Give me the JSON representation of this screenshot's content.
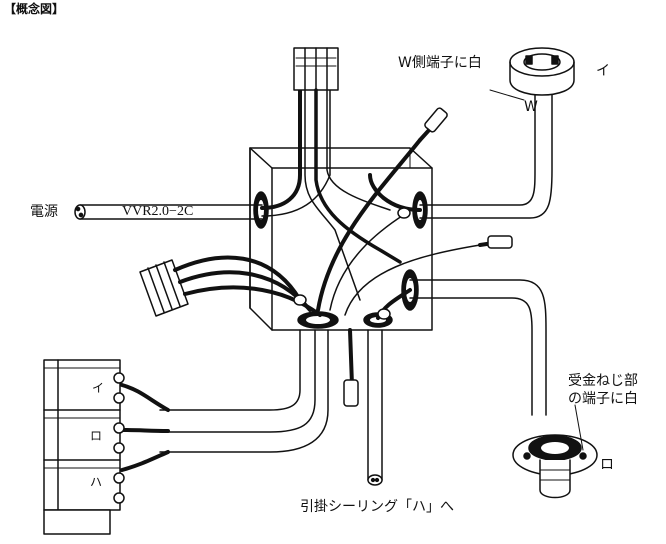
{
  "title": "【概念図】",
  "labels": {
    "w_terminal_note": "W側端子に白",
    "w_mark": "W",
    "i_mark_top": "イ",
    "power": "電源",
    "cable": "VVR2.0−2C",
    "i_switch": "イ",
    "ro_switch": "ロ",
    "ha_switch": "ハ",
    "ceiling_note": "引掛シーリング「ハ」へ",
    "receptacle_note_1": "受金ねじ部",
    "receptacle_note_2": "の端子に白",
    "ro_mark": "ロ"
  }
}
